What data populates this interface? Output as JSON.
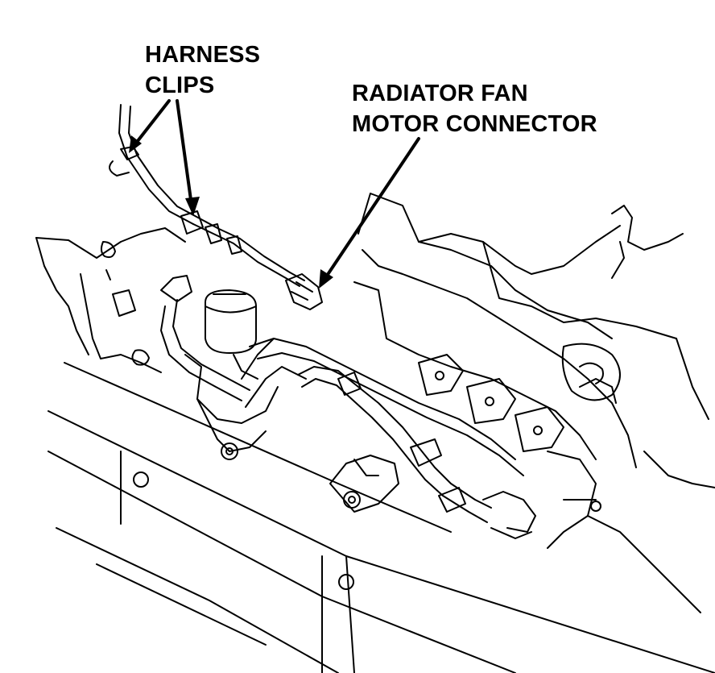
{
  "callouts": {
    "harness_clips": [
      "HARNESS",
      "CLIPS"
    ],
    "radiator_fan_motor_connector": [
      "RADIATOR FAN",
      "MOTOR CONNECTOR"
    ]
  },
  "colors": {
    "line": "#000000",
    "background": "#ffffff"
  }
}
